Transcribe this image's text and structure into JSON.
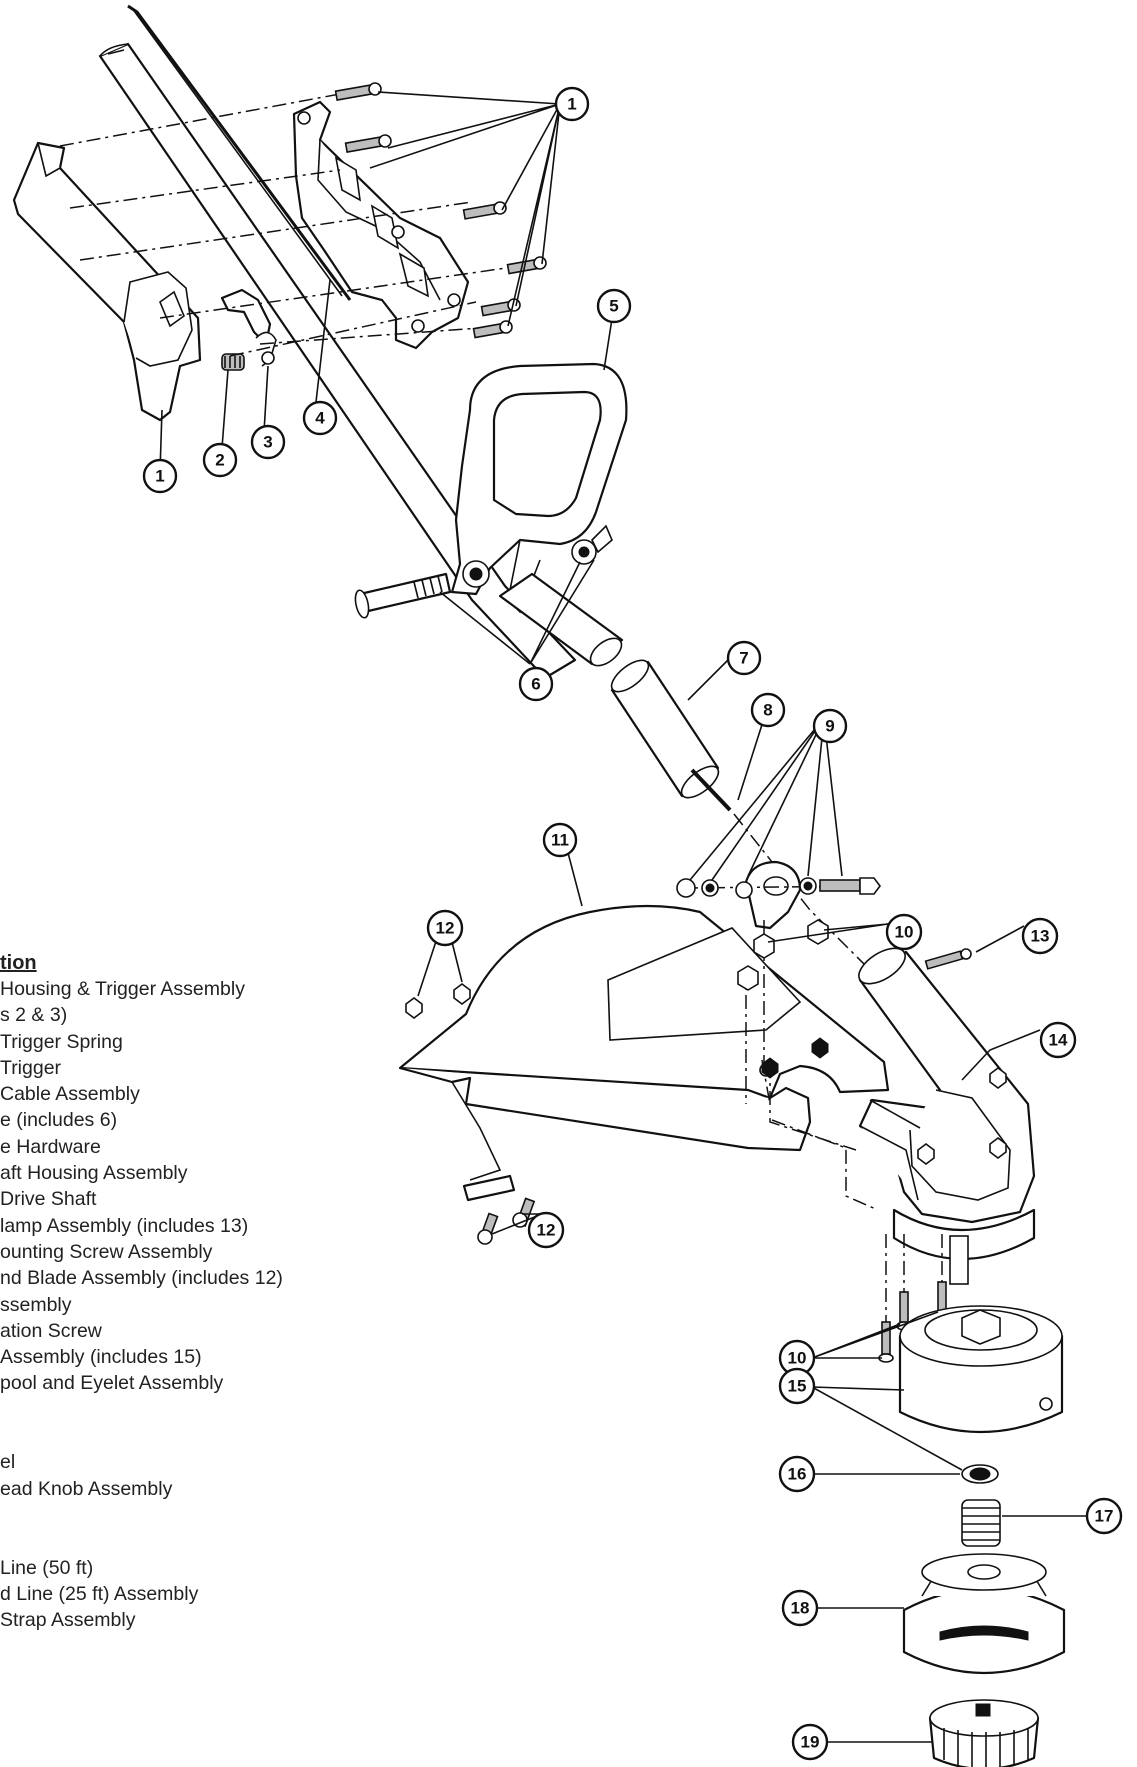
{
  "parts_list": {
    "heading": "tion",
    "rows": [
      "Housing & Trigger Assembly",
      "s 2 & 3)",
      "Trigger Spring",
      "Trigger",
      "Cable Assembly",
      "e (includes 6)",
      "e Hardware",
      "aft Housing Assembly",
      "Drive Shaft",
      "lamp Assembly (includes 13)",
      "ounting Screw Assembly",
      "nd Blade Assembly (includes 12)",
      "ssembly",
      "ation Screw",
      " Assembly (includes 15)",
      "pool and Eyelet Assembly",
      "",
      "",
      "el",
      "ead Knob Assembly",
      "",
      "",
      "Line (50 ft)",
      "d Line (25 ft) Assembly",
      " Strap Assembly"
    ]
  },
  "callouts": [
    {
      "id": "c1-top",
      "number": "1"
    },
    {
      "id": "c1-bottom",
      "number": "1"
    },
    {
      "id": "c2",
      "number": "2"
    },
    {
      "id": "c3",
      "number": "3"
    },
    {
      "id": "c4",
      "number": "4"
    },
    {
      "id": "c5",
      "number": "5"
    },
    {
      "id": "c6",
      "number": "6"
    },
    {
      "id": "c7",
      "number": "7"
    },
    {
      "id": "c8",
      "number": "8"
    },
    {
      "id": "c9",
      "number": "9"
    },
    {
      "id": "c10-top",
      "number": "10"
    },
    {
      "id": "c10-bottom",
      "number": "10"
    },
    {
      "id": "c11",
      "number": "11"
    },
    {
      "id": "c12-top",
      "number": "12"
    },
    {
      "id": "c12-bottom",
      "number": "12"
    },
    {
      "id": "c13",
      "number": "13"
    },
    {
      "id": "c14",
      "number": "14"
    },
    {
      "id": "c15",
      "number": "15"
    },
    {
      "id": "c16",
      "number": "16"
    },
    {
      "id": "c17",
      "number": "17"
    },
    {
      "id": "c18",
      "number": "18"
    },
    {
      "id": "c19",
      "number": "19"
    }
  ]
}
